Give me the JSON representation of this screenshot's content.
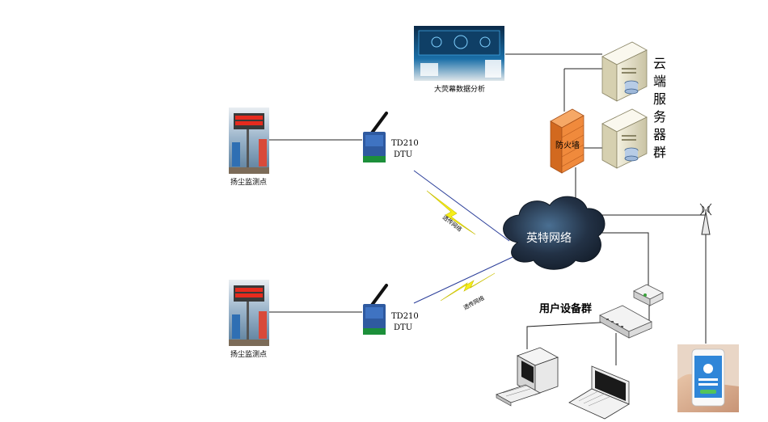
{
  "nodes": {
    "big_screen_label": "大荧幕数据分析",
    "cloud_servers_label": [
      "云",
      "端",
      "服",
      "务",
      "器",
      "群"
    ],
    "firewall_label": "防火墙",
    "network_label": "英特网络",
    "user_devices_label": "用户设备群",
    "site_top_label": "扬尘监测点",
    "site_bottom_label": "扬尘监测点",
    "dtu_top_line1": "TD210",
    "dtu_top_line2": "DTU",
    "dtu_bottom_line1": "TD210",
    "dtu_bottom_line2": "DTU",
    "link_top_label": "透传网络",
    "link_bottom_label": "透传网络"
  },
  "colors": {
    "cloud": "#233246",
    "firewall": "#f08a3c",
    "lightning": "#f6ee1a",
    "dtu": "#2f5aa0",
    "screen": "#0f3f66"
  }
}
